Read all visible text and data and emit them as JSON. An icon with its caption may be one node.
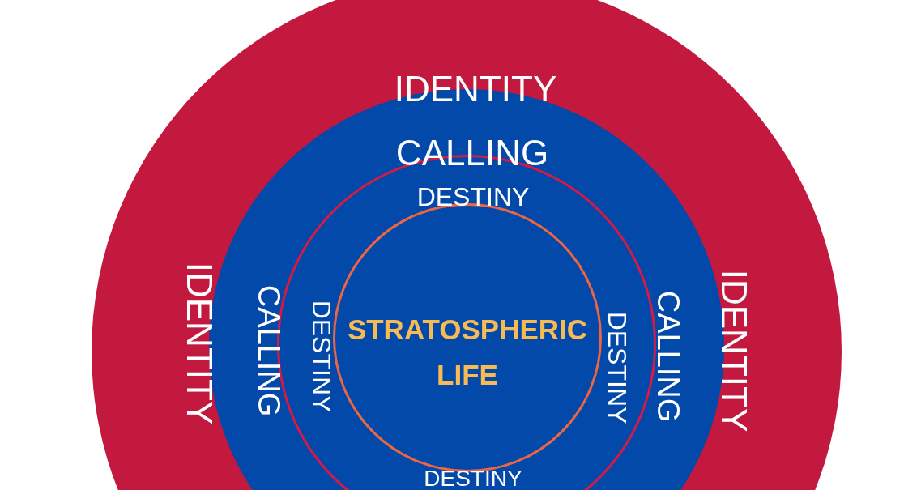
{
  "diagram": {
    "nodes": [
      {
        "text": [
          "IDENTITY",
          "IDENTITY",
          "IDENTITY"
        ]
      },
      {
        "text": [
          "CALLING",
          "CALLING",
          "CALLING"
        ],
        "in": 0
      },
      {
        "text": [
          "DESTINY",
          "DESTINY",
          "DESTINY",
          "DESTINY"
        ],
        "in": 1
      },
      {
        "text": [
          "STRATOSPHERIC LIFE"
        ],
        "in": 2
      }
    ],
    "edges": []
  }
}
